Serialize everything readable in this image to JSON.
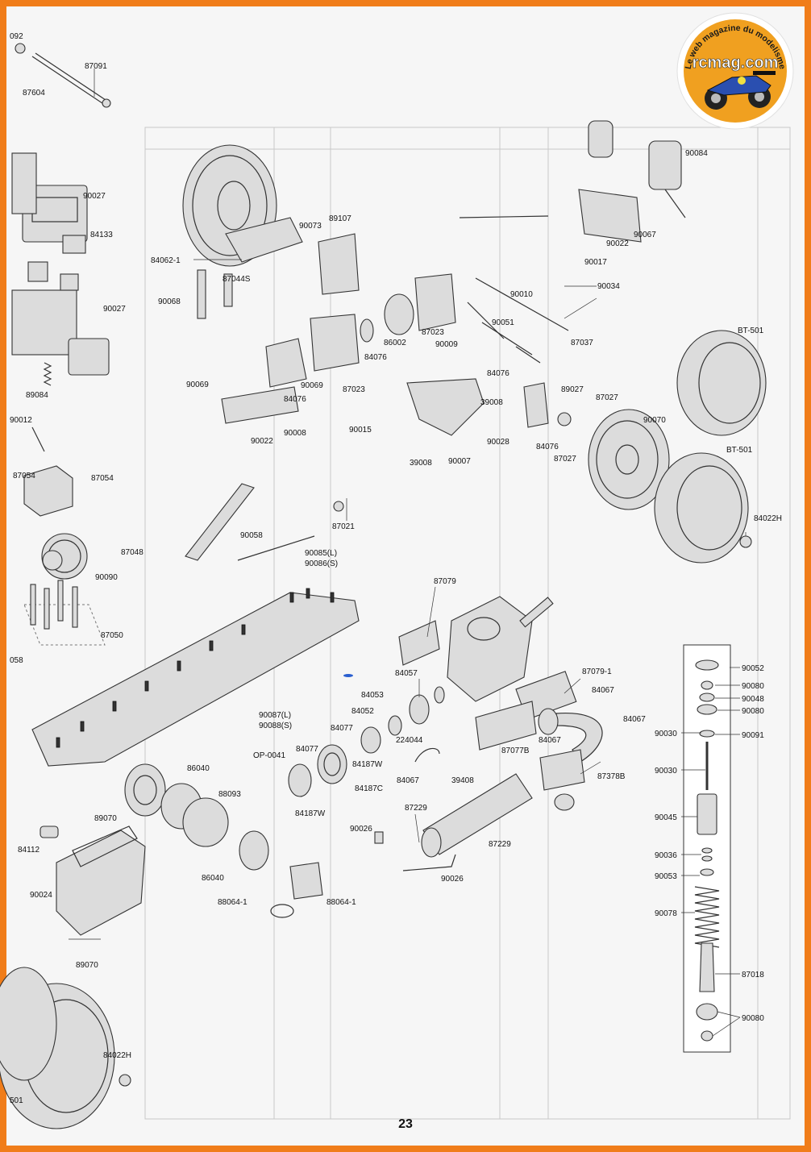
{
  "page_number": "23",
  "logo": {
    "arc_text": "Le web magazine du modelisme",
    "brand": "rcmag.com",
    "colors": {
      "ring": "#ffffff",
      "fill": "#f0a020",
      "text": "#1a1a1a"
    }
  },
  "frame_color": "#f07d1a",
  "labels": {
    "l87092": "092",
    "l87091": "87091",
    "l87604": "87604",
    "l90027a": "90027",
    "l84133": "84133",
    "l90027b": "90027",
    "l89084": "89084",
    "l90012": "90012",
    "l87054a": "87054",
    "l87054b": "87054",
    "l87048": "87048",
    "l90090": "90090",
    "l87050": "87050",
    "l058": "058",
    "l84062": "84062-1",
    "l90068": "90068",
    "l87044s": "87044S",
    "l90073": "90073",
    "l89107": "89107",
    "l90069a": "90069",
    "l90069b": "90069",
    "l84076a": "84076",
    "l84076b": "84076",
    "l84076c": "84076",
    "l84076d": "84076",
    "l87023a": "87023",
    "l87023b": "87023",
    "l86002": "86002",
    "l90022a": "90022",
    "l90022b": "90022",
    "l90008": "90008",
    "l90015": "90015",
    "l90058": "90058",
    "l87021": "87021",
    "l90085": "90085(L)",
    "l90086": "90086(S)",
    "l90084": "90084",
    "l90067a": "90067",
    "l90017": "90017",
    "l90034": "90034",
    "l90010": "90010",
    "l90051": "90051",
    "l90009": "90009",
    "l87037": "87037",
    "l89027": "89027",
    "l87027a": "87027",
    "l87027b": "87027",
    "l39008a": "39008",
    "l39008b": "39008",
    "l90007": "90007",
    "l90028": "90028",
    "l90070": "90070",
    "lbt501a": "BT-501",
    "lbt501b": "BT-501",
    "l84022a": "84022H",
    "l84022b": "84022H",
    "l501": "501",
    "l87079": "87079",
    "l87079_1": "87079-1",
    "l84057": "84057",
    "l84053": "84053",
    "l84052": "84052",
    "l84077a": "84077",
    "l84077b": "84077",
    "l224044": "224044",
    "l84187w_a": "84187W",
    "l84187w_b": "84187W",
    "l84187c": "84187C",
    "l87077b": "87077B",
    "l84067a": "84067",
    "l84067b": "84067",
    "l84067c": "84067",
    "l84067d": "84067",
    "l87378b": "87378B",
    "l39408": "39408",
    "l90087": "90087(L)",
    "l90088": "90088(S)",
    "lop0041": "OP-0041",
    "l86040a": "86040",
    "l86040b": "86040",
    "l88093": "88093",
    "l89070a": "89070",
    "l89070b": "89070",
    "l84112": "84112",
    "l90024": "90024",
    "l88064a": "88064-1",
    "l88064b": "88064-1",
    "l87229a": "87229",
    "l87229b": "87229",
    "l90026a": "90026",
    "l90026b": "90026",
    "l90052": "90052",
    "l90080a": "90080",
    "l90048": "90048",
    "l90080b": "90080",
    "l90030a": "90030",
    "l90091": "90091",
    "l90030b": "90030",
    "l90045": "90045",
    "l90036": "90036",
    "l90053": "90053",
    "l90078": "90078",
    "l87018": "87018",
    "l90080c": "90080"
  }
}
